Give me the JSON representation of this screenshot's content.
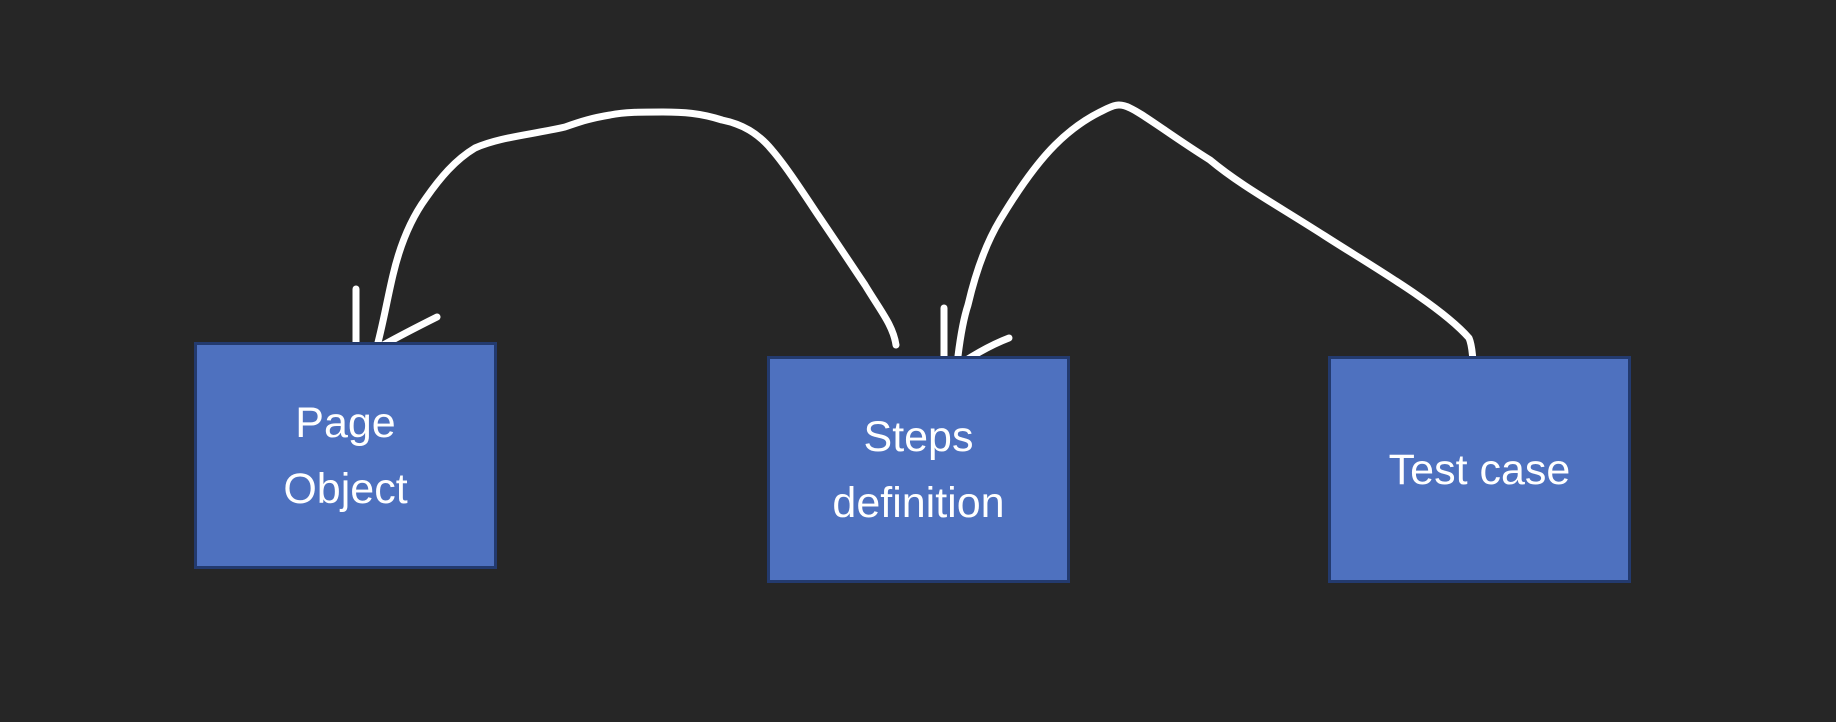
{
  "diagram": {
    "background_color": "#262626",
    "node_fill_color": "#4e71bf",
    "node_border_color": "#233a6e",
    "arrow_color": "#ffffff",
    "nodes": [
      {
        "id": "page-object",
        "label": "Page Object"
      },
      {
        "id": "steps-definition",
        "label": "Steps definition"
      },
      {
        "id": "test-case",
        "label": "Test case"
      }
    ],
    "edges": [
      {
        "from": "steps-definition",
        "to": "page-object"
      },
      {
        "from": "test-case",
        "to": "steps-definition"
      }
    ]
  }
}
